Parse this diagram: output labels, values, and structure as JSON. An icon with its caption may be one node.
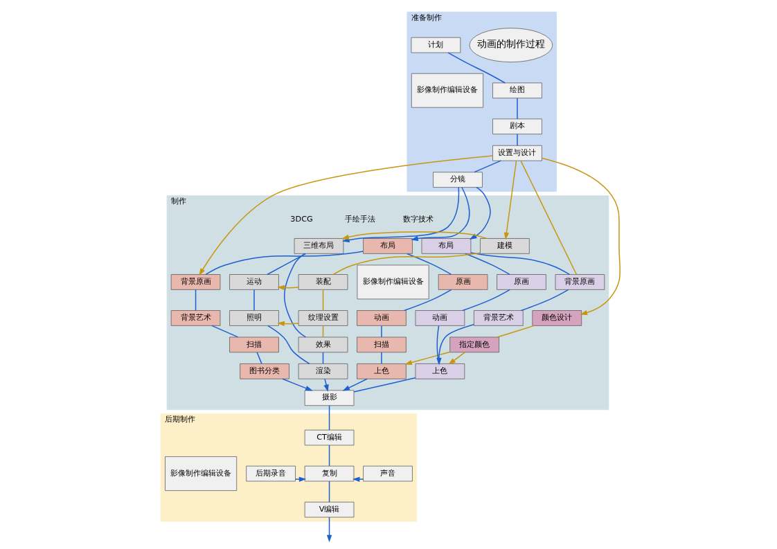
{
  "diagram": {
    "nodes": [
      {
        "text": [
          "准备制作"
        ]
      },
      {
        "text": [
          "影像制作编辑设备"
        ],
        "in": 0
      },
      {
        "text": [
          "计划"
        ],
        "in": 0
      },
      {
        "text": [
          "绘图"
        ],
        "in": 0
      },
      {
        "text": [
          "剧本"
        ],
        "in": 0
      },
      {
        "text": [
          "设置与设计"
        ],
        "in": 0
      },
      {
        "text": [
          "分镜"
        ],
        "in": 0
      },
      {
        "text": [
          "动画的制作过程"
        ],
        "in": 0
      },
      {
        "text": [
          "制作"
        ]
      },
      {
        "text": [
          "影像制作编辑设备"
        ],
        "in": 8
      },
      {
        "text": [
          "布局"
        ],
        "in": 8
      },
      {
        "text": [
          "原画"
        ],
        "in": 8
      },
      {
        "text": [
          "动画"
        ],
        "in": 8
      },
      {
        "text": [
          "扫描"
        ],
        "in": 8
      },
      {
        "text": [
          "背景原画"
        ],
        "in": 8
      },
      {
        "text": [
          "背景艺术"
        ],
        "in": 8
      },
      {
        "text": [
          "扫描"
        ],
        "in": 8
      },
      {
        "text": [
          "图书分类"
        ],
        "in": 8
      },
      {
        "text": [
          "上色"
        ],
        "in": 8
      },
      {
        "text": [
          "颜色设计"
        ],
        "in": 8
      },
      {
        "text": [
          "指定颜色"
        ],
        "in": 8
      },
      {
        "text": [
          "布局"
        ],
        "in": 8
      },
      {
        "text": [
          "原画"
        ],
        "in": 8
      },
      {
        "text": [
          "动画"
        ],
        "in": 8
      },
      {
        "text": [
          "背景原画"
        ],
        "in": 8
      },
      {
        "text": [
          "背景艺术"
        ],
        "in": 8
      },
      {
        "text": [
          "上色"
        ],
        "in": 8
      },
      {
        "text": [
          "摄影"
        ],
        "in": 8
      },
      {
        "text": [
          "三维布局"
        ],
        "in": 8
      },
      {
        "text": [
          "运动"
        ],
        "in": 8
      },
      {
        "text": [
          "照明"
        ],
        "in": 8
      },
      {
        "text": [
          "渲染"
        ],
        "in": 8
      },
      {
        "text": [
          "建模"
        ],
        "in": 8
      },
      {
        "text": [
          "装配"
        ],
        "in": 8
      },
      {
        "text": [
          "纹理设置"
        ],
        "in": 8
      },
      {
        "text": [
          "效果"
        ],
        "in": 8
      },
      {
        "text": [
          "后期制作"
        ]
      },
      {
        "text": [
          "影像制作编辑设备"
        ],
        "in": 36
      },
      {
        "text": [
          "CT编辑"
        ],
        "in": 36
      },
      {
        "text": [
          "后期录音"
        ],
        "in": 36
      },
      {
        "text": [
          "复制"
        ],
        "in": 36
      },
      {
        "text": [
          "声音"
        ],
        "in": 36
      },
      {
        "text": [
          "V编辑"
        ],
        "in": 36
      }
    ],
    "edges": [
      {
        "from": 2,
        "to": 3,
        "arrow": "none"
      },
      {
        "from": 3,
        "to": 4,
        "arrow": "none"
      },
      {
        "from": 4,
        "to": 5,
        "arrow": "none"
      },
      {
        "from": 5,
        "to": 6,
        "arrow": "none"
      },
      {
        "from": 6,
        "to": 10,
        "arrow": "to"
      },
      {
        "from": 6,
        "to": 21,
        "arrow": "to"
      },
      {
        "from": 6,
        "to": 28,
        "arrow": "to"
      },
      {
        "from": 5,
        "to": 14,
        "arrow": "to",
        "color": "#c8960f"
      },
      {
        "from": 5,
        "to": 19,
        "arrow": "to",
        "color": "#c8960f"
      },
      {
        "from": 5,
        "to": 24,
        "arrow": "none",
        "color": "#c8960f"
      },
      {
        "from": 5,
        "to": 32,
        "arrow": "to",
        "color": "#c8960f"
      },
      {
        "from": 10,
        "to": 11,
        "arrow": "none"
      },
      {
        "from": 11,
        "to": 12,
        "arrow": "none"
      },
      {
        "from": 12,
        "to": 13,
        "arrow": "none"
      },
      {
        "from": 13,
        "to": 18,
        "arrow": "none"
      },
      {
        "from": 10,
        "to": 14,
        "arrow": "none"
      },
      {
        "from": 14,
        "to": 15,
        "arrow": "none"
      },
      {
        "from": 15,
        "to": 16,
        "arrow": "none"
      },
      {
        "from": 16,
        "to": 17,
        "arrow": "none"
      },
      {
        "from": 18,
        "to": 27,
        "arrow": "to"
      },
      {
        "from": 17,
        "to": 27,
        "arrow": "to"
      },
      {
        "from": 19,
        "to": 20,
        "arrow": "none",
        "color": "#c8960f"
      },
      {
        "from": 20,
        "to": 18,
        "arrow": "to",
        "color": "#c8960f"
      },
      {
        "from": 20,
        "to": 26,
        "arrow": "to",
        "color": "#c8960f"
      },
      {
        "from": 21,
        "to": 22,
        "arrow": "none"
      },
      {
        "from": 22,
        "to": 23,
        "arrow": "none"
      },
      {
        "from": 23,
        "to": 26,
        "arrow": "none"
      },
      {
        "from": 21,
        "to": 24,
        "arrow": "none"
      },
      {
        "from": 24,
        "to": 25,
        "arrow": "none"
      },
      {
        "from": 25,
        "to": 26,
        "arrow": "to"
      },
      {
        "from": 26,
        "to": 27,
        "arrow": "none"
      },
      {
        "from": 28,
        "to": 29,
        "arrow": "none"
      },
      {
        "from": 29,
        "to": 30,
        "arrow": "none"
      },
      {
        "from": 30,
        "to": 31,
        "arrow": "none"
      },
      {
        "from": 28,
        "to": 35,
        "arrow": "none"
      },
      {
        "from": 35,
        "to": 31,
        "arrow": "none"
      },
      {
        "from": 31,
        "to": 27,
        "arrow": "to"
      },
      {
        "from": 32,
        "to": 28,
        "arrow": "to",
        "color": "#c8960f"
      },
      {
        "from": 33,
        "to": 29,
        "arrow": "to",
        "color": "#c8960f"
      },
      {
        "from": 34,
        "to": 30,
        "arrow": "to",
        "color": "#c8960f"
      },
      {
        "from": 32,
        "to": 33,
        "arrow": "none",
        "color": "#c8960f"
      },
      {
        "from": 33,
        "to": 34,
        "arrow": "none",
        "color": "#c8960f"
      },
      {
        "from": 34,
        "to": 35,
        "arrow": "none",
        "color": "#c8960f"
      },
      {
        "from": 27,
        "to": 38,
        "arrow": "none"
      },
      {
        "from": 38,
        "to": 40,
        "arrow": "none"
      },
      {
        "from": 39,
        "to": 40,
        "arrow": "to"
      },
      {
        "from": 41,
        "to": 40,
        "arrow": "to"
      },
      {
        "from": 40,
        "to": 42,
        "arrow": "none"
      },
      {
        "from": 42,
        "to": null,
        "arrow": "to"
      }
    ],
    "labels": [
      "手绘手法",
      "数字技术",
      "3DCG"
    ]
  }
}
